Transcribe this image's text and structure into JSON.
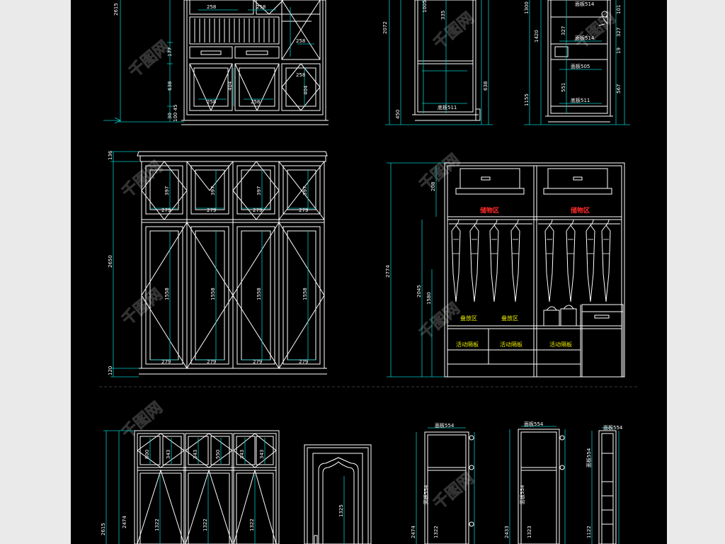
{
  "colors": {
    "background": "#000000",
    "frame": "#ffffff",
    "dimension": "#00c8c8",
    "yellow_label": "#e6e600",
    "red_label": "#ff2a2a",
    "page_margin": "#eaeaea"
  },
  "watermark": "千图网",
  "top_panel": {
    "dims_left": [
      "2615",
      "177",
      "638",
      "30",
      "100 45"
    ],
    "dims_inner": [
      "258",
      "258",
      "258",
      "258",
      "404",
      "404",
      "258",
      "258"
    ],
    "dims_mid": [
      "2072",
      "1005",
      "335",
      "638",
      "450",
      "底板511"
    ],
    "dims_right": [
      "面板514",
      "327",
      "面板514",
      "1420",
      "面板505",
      "551",
      "底板511",
      "1300",
      "1155",
      "101",
      "327",
      "19",
      "567"
    ]
  },
  "middle_left": {
    "dims_height": [
      "2650",
      "136",
      "120"
    ],
    "dims_upper": [
      "397",
      "397",
      "397",
      "397"
    ],
    "dims_width": [
      "279",
      "279",
      "279",
      "279"
    ],
    "dims_lower": [
      "1558",
      "1558",
      "1558",
      "1558"
    ]
  },
  "middle_right": {
    "dims_height": [
      "2774",
      "2045",
      "1580",
      "208"
    ],
    "storage_label": "储物区",
    "fold_label": "叠放区",
    "shelf_label": "活动隔板"
  },
  "bottom": {
    "dims_left": [
      "2615",
      "2474",
      "800",
      "343",
      "550",
      "1322"
    ],
    "door_dim": "1325",
    "dims_panels": [
      "面板554",
      "面板554",
      "2474",
      "2433",
      "面板554",
      "面板554",
      "1322",
      "面板554",
      "1323",
      "面板554",
      "1122"
    ]
  }
}
